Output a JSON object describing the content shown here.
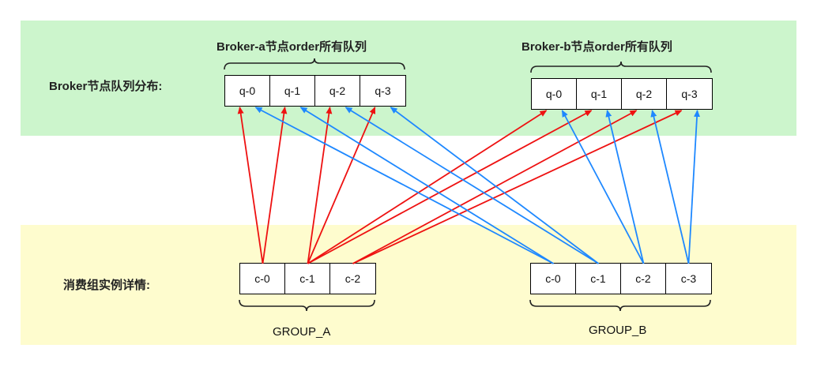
{
  "labels": {
    "broker_distribution": "Broker节点队列分布:",
    "consumer_details": "消费组实例详情:"
  },
  "broker_a": {
    "title": "Broker-a节点order所有队列",
    "queues": [
      "q-0",
      "q-1",
      "q-2",
      "q-3"
    ]
  },
  "broker_b": {
    "title": "Broker-b节点order所有队列",
    "queues": [
      "q-0",
      "q-1",
      "q-2",
      "q-3"
    ]
  },
  "group_a": {
    "name": "GROUP_A",
    "consumers": [
      "c-0",
      "c-1",
      "c-2"
    ]
  },
  "group_b": {
    "name": "GROUP_B",
    "consumers": [
      "c-0",
      "c-1",
      "c-2",
      "c-3"
    ]
  },
  "colors": {
    "top_band": "#ccf5cc",
    "bottom_band": "#fefcce",
    "group_a_arrow": "#ee1111",
    "group_b_arrow": "#1e88ff"
  },
  "assignments": {
    "group_a": [
      {
        "consumer": 0,
        "broker": "a",
        "queue": 0
      },
      {
        "consumer": 0,
        "broker": "a",
        "queue": 1
      },
      {
        "consumer": 1,
        "broker": "a",
        "queue": 2
      },
      {
        "consumer": 1,
        "broker": "a",
        "queue": 3
      },
      {
        "consumer": 1,
        "broker": "b",
        "queue": 0
      },
      {
        "consumer": 1,
        "broker": "b",
        "queue": 1
      },
      {
        "consumer": 2,
        "broker": "b",
        "queue": 2
      },
      {
        "consumer": 2,
        "broker": "b",
        "queue": 3
      }
    ],
    "group_b": [
      {
        "consumer": 0,
        "broker": "a",
        "queue": 0
      },
      {
        "consumer": 0,
        "broker": "a",
        "queue": 1
      },
      {
        "consumer": 1,
        "broker": "a",
        "queue": 2
      },
      {
        "consumer": 1,
        "broker": "a",
        "queue": 3
      },
      {
        "consumer": 2,
        "broker": "b",
        "queue": 0
      },
      {
        "consumer": 2,
        "broker": "b",
        "queue": 1
      },
      {
        "consumer": 3,
        "broker": "b",
        "queue": 2
      },
      {
        "consumer": 3,
        "broker": "b",
        "queue": 3
      }
    ]
  }
}
